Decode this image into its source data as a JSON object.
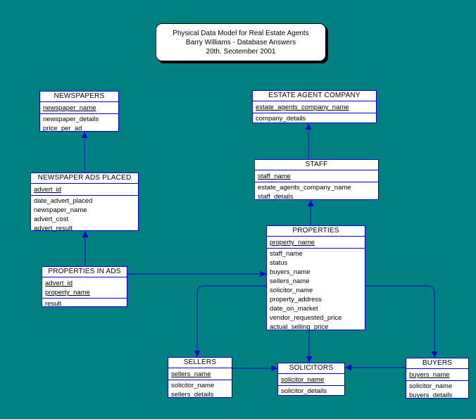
{
  "title": {
    "line1": "Physical Data Model for Real Estate Agents",
    "line2": "Barry Williams - Database Answers",
    "line3": "20th. Seotember 2001"
  },
  "colors": {
    "background": "#008080",
    "line": "#0000cc",
    "entity_fill": "#ffffff"
  },
  "entities": {
    "newspapers": {
      "name": "NEWSPAPERS",
      "keys": [
        "newspaper_name"
      ],
      "attrs": [
        "newspaper_details",
        "price_per_ad"
      ]
    },
    "estate_agent_company": {
      "name": "ESTATE AGENT COMPANY",
      "keys": [
        "estate_agents_company_name"
      ],
      "attrs": [
        "company_details"
      ]
    },
    "newspaper_ads_placed": {
      "name": "NEWSPAPER ADS PLACED",
      "keys": [
        "advert_id"
      ],
      "attrs": [
        "date_advert_placed",
        "newspaper_name",
        "advert_cost",
        "advert_result"
      ]
    },
    "staff": {
      "name": "STAFF",
      "keys": [
        "staff_name"
      ],
      "attrs": [
        "estate_agents_company_name",
        "staff_details"
      ]
    },
    "properties": {
      "name": "PROPERTIES",
      "keys": [
        "property_name"
      ],
      "attrs": [
        "staff_name",
        "status",
        "buyers_name",
        "sellers_name",
        "solicitor_name",
        "property_address",
        "date_on_market",
        "vendor_requested_price",
        "actual_selling_price"
      ]
    },
    "properties_in_ads": {
      "name": "PROPERTIES IN ADS",
      "keys": [
        "advert_id",
        "property_name"
      ],
      "attrs": [
        "result"
      ]
    },
    "sellers": {
      "name": "SELLERS",
      "keys": [
        "sellers_name"
      ],
      "attrs": [
        "solicitor_name",
        "sellers_details"
      ]
    },
    "solicitors": {
      "name": "SOLICITORS",
      "keys": [
        "solicitor_name"
      ],
      "attrs": [
        "solicitor_details"
      ]
    },
    "buyers": {
      "name": "BUYERS",
      "keys": [
        "buyers_name"
      ],
      "attrs": [
        "solicitor_name",
        "buyers_details"
      ]
    }
  },
  "relationships": [
    {
      "from": "newspaper_ads_placed",
      "to": "newspapers"
    },
    {
      "from": "properties_in_ads",
      "to": "newspaper_ads_placed"
    },
    {
      "from": "properties_in_ads",
      "to": "properties"
    },
    {
      "from": "staff",
      "to": "estate_agent_company"
    },
    {
      "from": "properties",
      "to": "staff"
    },
    {
      "from": "properties",
      "to": "sellers"
    },
    {
      "from": "properties",
      "to": "solicitors"
    },
    {
      "from": "properties",
      "to": "buyers"
    },
    {
      "from": "sellers",
      "to": "solicitors"
    },
    {
      "from": "buyers",
      "to": "solicitors"
    }
  ]
}
